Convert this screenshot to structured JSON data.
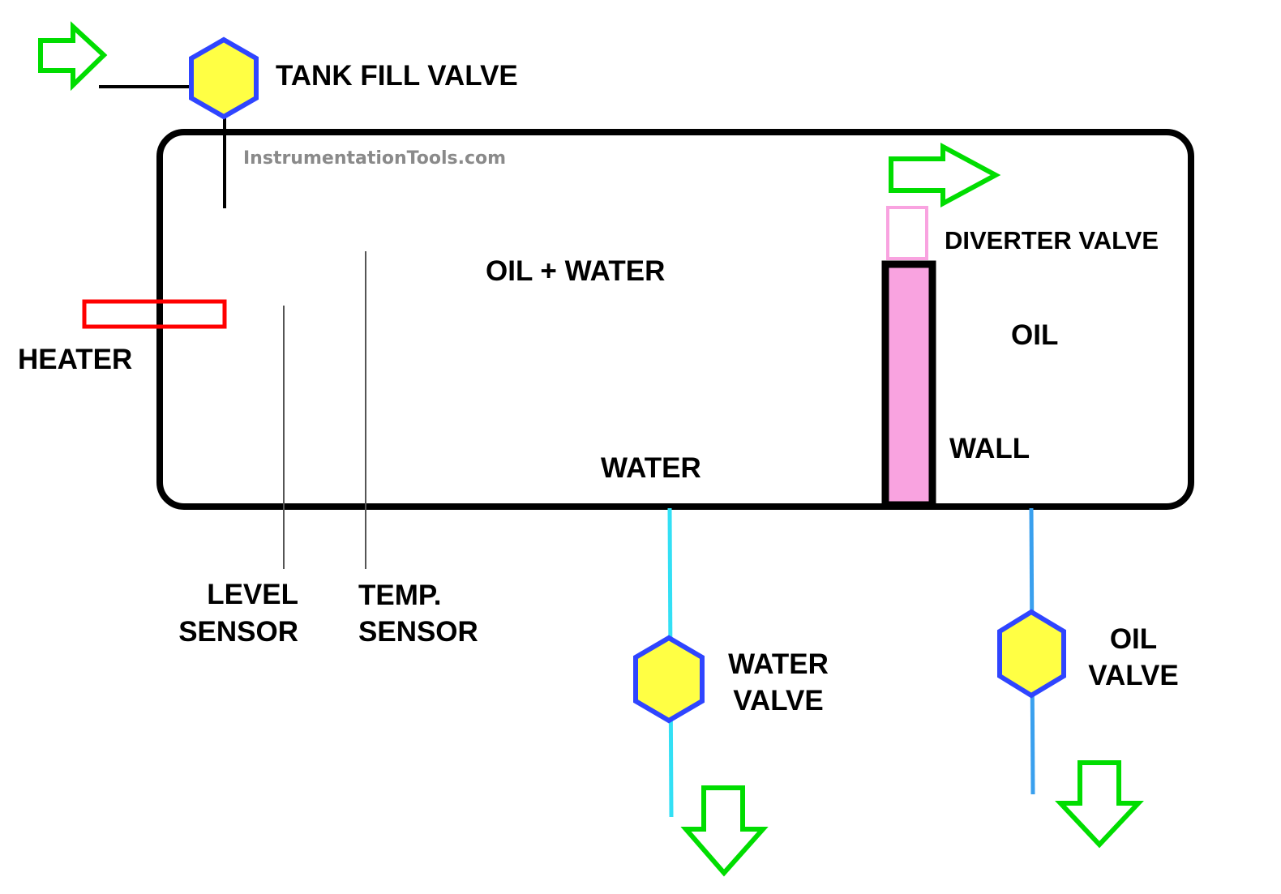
{
  "watermark": "InstrumentationTools.com",
  "labels": {
    "tank_fill_valve": "TANK FILL VALVE",
    "diverter_valve": "DIVERTER VALVE",
    "oil_water": "OIL + WATER",
    "oil": "OIL",
    "wall": "WALL",
    "heater": "HEATER",
    "water": "WATER",
    "level_sensor_line1": "LEVEL",
    "level_sensor_line2": "SENSOR",
    "temp_sensor_line1": "TEMP.",
    "temp_sensor_line2": "SENSOR",
    "water_valve_line1": "WATER",
    "water_valve_line2": "VALVE",
    "oil_valve_line1": "OIL",
    "oil_valve_line2": "VALVE"
  },
  "colors": {
    "arrow": "#00dd00",
    "valve_fill": "#ffff44",
    "valve_stroke": "#2f45ff",
    "heater": "#ff0000",
    "wall_fill": "#f9a3e0",
    "diverter_stroke": "#f9a3e0",
    "water_pipe": "#33e0f5",
    "oil_pipe": "#3aa0ee",
    "outline": "#000000"
  },
  "icons": {
    "inlet_arrow": "arrow-right-icon",
    "outlet_arrow": "arrow-right-icon",
    "drain_arrow": "arrow-down-icon",
    "valve": "hexagon-valve-icon"
  }
}
